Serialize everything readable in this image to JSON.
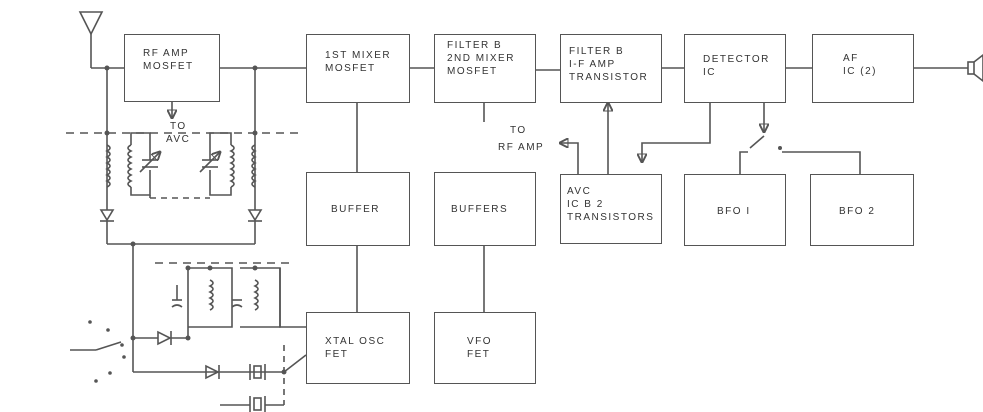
{
  "blocks": {
    "rf_amp": {
      "line1": "RF AMP",
      "line2": "MOSFET"
    },
    "mixer1": {
      "line1": "1ST MIXER",
      "line2": "MOSFET"
    },
    "filter_mixer2": {
      "line1": "FILTER B",
      "line2": "2ND MIXER",
      "line3": "MOSFET"
    },
    "filter_if": {
      "line1": "FILTER B",
      "line2": "I-F AMP",
      "line3": "TRANSISTOR"
    },
    "detector": {
      "line1": "DETECTOR",
      "line2": "IC"
    },
    "af": {
      "line1": "AF",
      "line2": "IC (2)"
    },
    "buffer": {
      "line1": "BUFFER"
    },
    "buffers": {
      "line1": "BUFFERS"
    },
    "avc": {
      "line1": "AVC",
      "line2": "IC B 2",
      "line3": "TRANSISTORS"
    },
    "bfo1": {
      "line1": "BFO I"
    },
    "bfo2": {
      "line1": "BFO 2"
    },
    "xtal": {
      "line1": "XTAL OSC",
      "line2": "FET"
    },
    "vfo": {
      "line1": "VFO",
      "line2": "FET"
    }
  },
  "labels": {
    "to_avc_1": "TO",
    "to_avc_2": "AVC",
    "to_rf_1": "TO",
    "to_rf_2": "RF AMP"
  },
  "colors": {
    "line": "#555555",
    "text": "#333333",
    "background": "#ffffff"
  },
  "icons": [
    "antenna-icon",
    "speaker-icon",
    "diode-icon",
    "coil-icon",
    "variable-capacitor-icon",
    "crystal-icon",
    "switch-icon",
    "capacitor-icon"
  ]
}
